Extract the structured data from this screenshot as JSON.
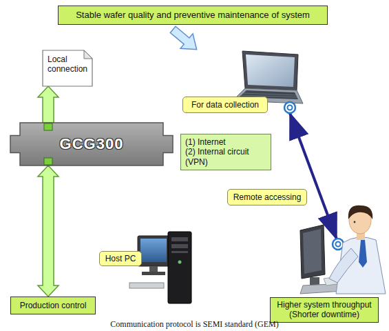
{
  "diagram": {
    "caption": "Communication protocol is SEMI standard (GEM)",
    "nodes": [
      {
        "text": [
          "Stable wafer quality and preventive maintenance of system"
        ]
      },
      {
        "text": [
          "Local connection"
        ]
      },
      {
        "text": [
          "GCG300"
        ]
      },
      {
        "text": [
          "For data collection"
        ]
      },
      {
        "text": [
          "(1) Internet",
          "(2) Internal circuit (VPN)"
        ]
      },
      {
        "text": [
          "Remote accessing"
        ]
      },
      {
        "text": [
          "Host PC"
        ]
      },
      {
        "text": [
          "Production control"
        ]
      },
      {
        "text": [
          "Higher system throughput (Shorter downtime)"
        ]
      }
    ],
    "edges": [
      {
        "from": 2,
        "to": 1,
        "arrow": "to"
      },
      {
        "from": 2,
        "to": 7,
        "arrow": "both"
      }
    ]
  }
}
